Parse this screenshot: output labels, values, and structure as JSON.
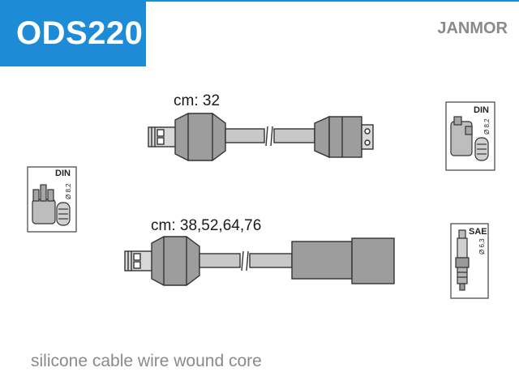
{
  "header": {
    "product_code": "ODS220",
    "brand": "JANMOR",
    "accent_color": "#1e8bd6"
  },
  "cables": [
    {
      "length_label": "cm: 32"
    },
    {
      "length_label": "cm: 38,52,64,76"
    }
  ],
  "connectors": {
    "left": {
      "standard": "DIN",
      "diameter": "Ø 8,2"
    },
    "right_top": {
      "standard": "DIN",
      "diameter": "Ø 8,2"
    },
    "right_bottom": {
      "standard": "SAE",
      "diameter": "Ø 6,3"
    }
  },
  "footer": {
    "description": "silicone cable wire wound core"
  }
}
